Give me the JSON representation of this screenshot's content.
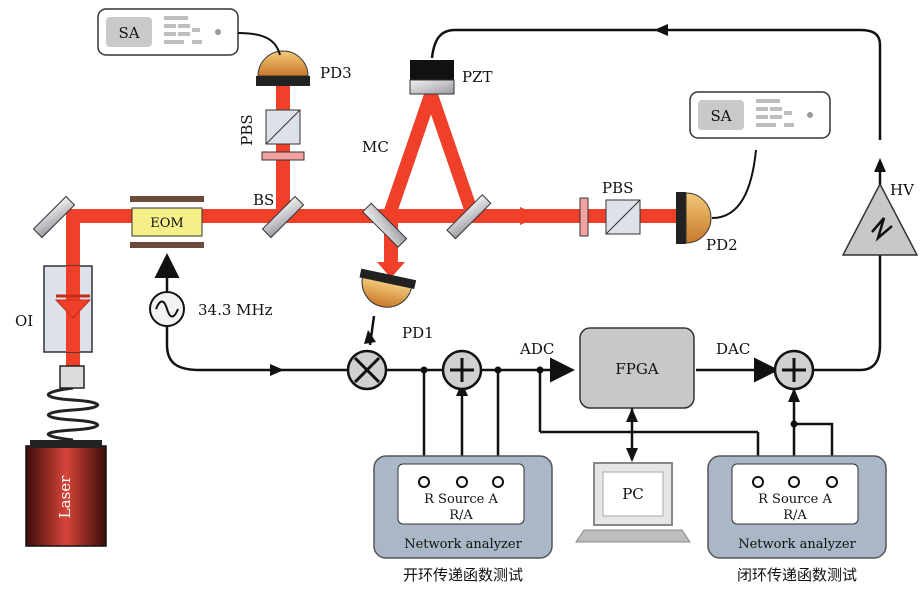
{
  "labels": {
    "sa": "SA",
    "pd1": "PD1",
    "pd2": "PD2",
    "pd3": "PD3",
    "pbs": "PBS",
    "mc": "MC",
    "pzt": "PZT",
    "bs": "BS",
    "eom": "EOM",
    "oi": "OI",
    "laser": "Laser",
    "freq": "34.3 MHz",
    "adc": "ADC",
    "dac": "DAC",
    "fpga": "FPGA",
    "pc": "PC",
    "hv": "HV",
    "na_ports": "R Source A",
    "na_ratio": "R/A",
    "na_title": "Network analyzer",
    "open_loop": "开环传递函数测试",
    "closed_loop": "闭环传递函数测试"
  },
  "colors": {
    "beam": "#f0402a",
    "fpga_fill": "#c8c8c8",
    "na_fill": "#a9b7c6",
    "eom_fill": "#f6f08a",
    "pd_fill": "#e2a24a",
    "laser_red": "#a8261f"
  }
}
